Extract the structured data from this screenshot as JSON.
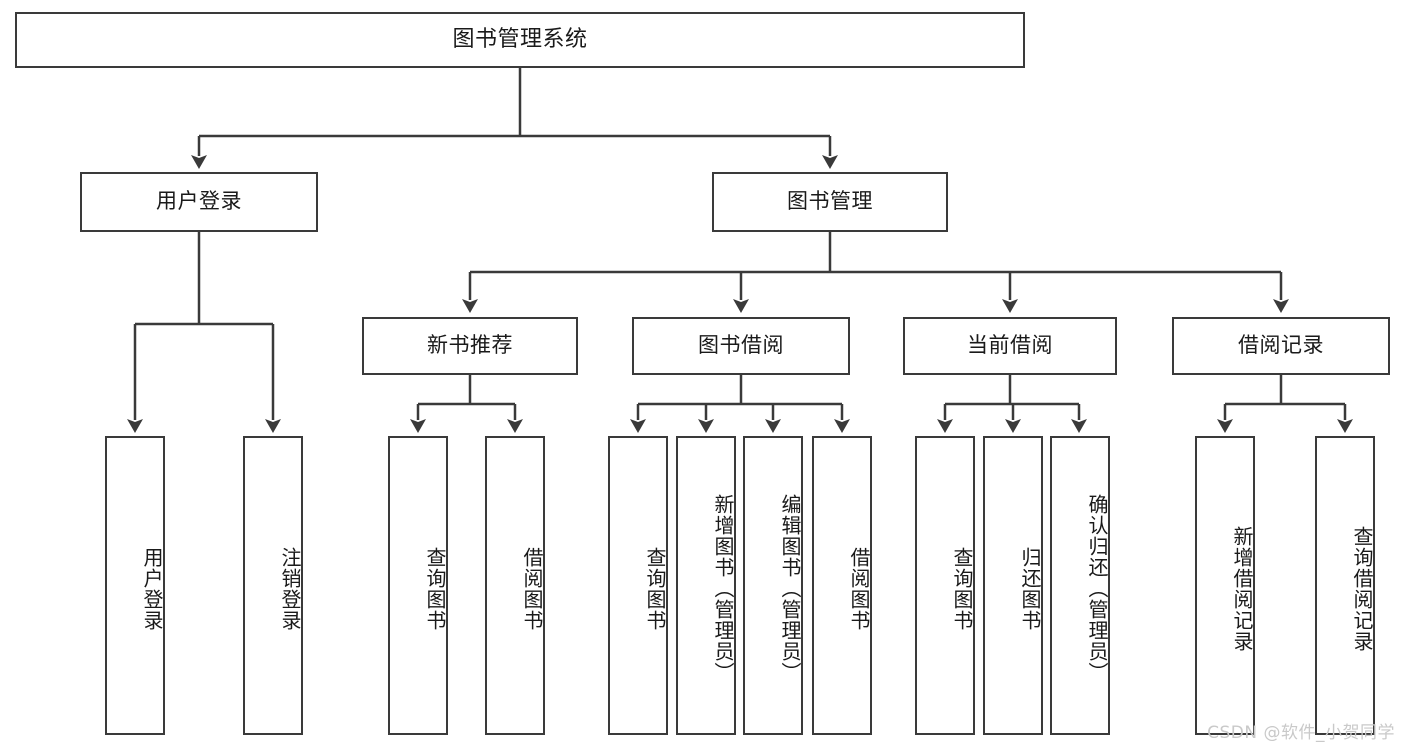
{
  "diagram": {
    "type": "tree-hierarchy",
    "title_node": {
      "id": "root",
      "label": "图书管理系统"
    },
    "level2": [
      {
        "id": "user-login",
        "label": "用户登录"
      },
      {
        "id": "book-manage",
        "label": "图书管理"
      }
    ],
    "level3": [
      {
        "id": "new-book-rec",
        "label": "新书推荐",
        "parent": "book-manage"
      },
      {
        "id": "book-borrow",
        "label": "图书借阅",
        "parent": "book-manage"
      },
      {
        "id": "current-borrow",
        "label": "当前借阅",
        "parent": "book-manage"
      },
      {
        "id": "borrow-record",
        "label": "借阅记录",
        "parent": "book-manage"
      }
    ],
    "leaves": [
      {
        "id": "leaf-user-login",
        "label": "用户登录",
        "parent": "user-login"
      },
      {
        "id": "leaf-logout",
        "label": "注销登录",
        "parent": "user-login"
      },
      {
        "id": "leaf-query-book-1",
        "label": "查询图书",
        "parent": "new-book-rec"
      },
      {
        "id": "leaf-borrow-book-1",
        "label": "借阅图书",
        "parent": "new-book-rec"
      },
      {
        "id": "leaf-query-book-2",
        "label": "查询图书",
        "parent": "book-borrow"
      },
      {
        "id": "leaf-add-book",
        "label": "新增图书（管理员）",
        "parent": "book-borrow"
      },
      {
        "id": "leaf-edit-book",
        "label": "编辑图书（管理员）",
        "parent": "book-borrow"
      },
      {
        "id": "leaf-borrow-book-2",
        "label": "借阅图书",
        "parent": "book-borrow"
      },
      {
        "id": "leaf-query-book-3",
        "label": "查询图书",
        "parent": "current-borrow"
      },
      {
        "id": "leaf-return-book",
        "label": "归还图书",
        "parent": "current-borrow"
      },
      {
        "id": "leaf-confirm-return",
        "label": "确认归还（管理员）",
        "parent": "current-borrow"
      },
      {
        "id": "leaf-add-record",
        "label": "新增借阅记录",
        "parent": "borrow-record"
      },
      {
        "id": "leaf-query-record",
        "label": "查询借阅记录",
        "parent": "borrow-record"
      }
    ],
    "colors": {
      "stroke": "#3a3a3a",
      "text": "#1a1a1a",
      "background": "#ffffff",
      "watermark": "#c9c9c9"
    }
  },
  "watermark": {
    "text": "CSDN @软件_小贺同学"
  }
}
